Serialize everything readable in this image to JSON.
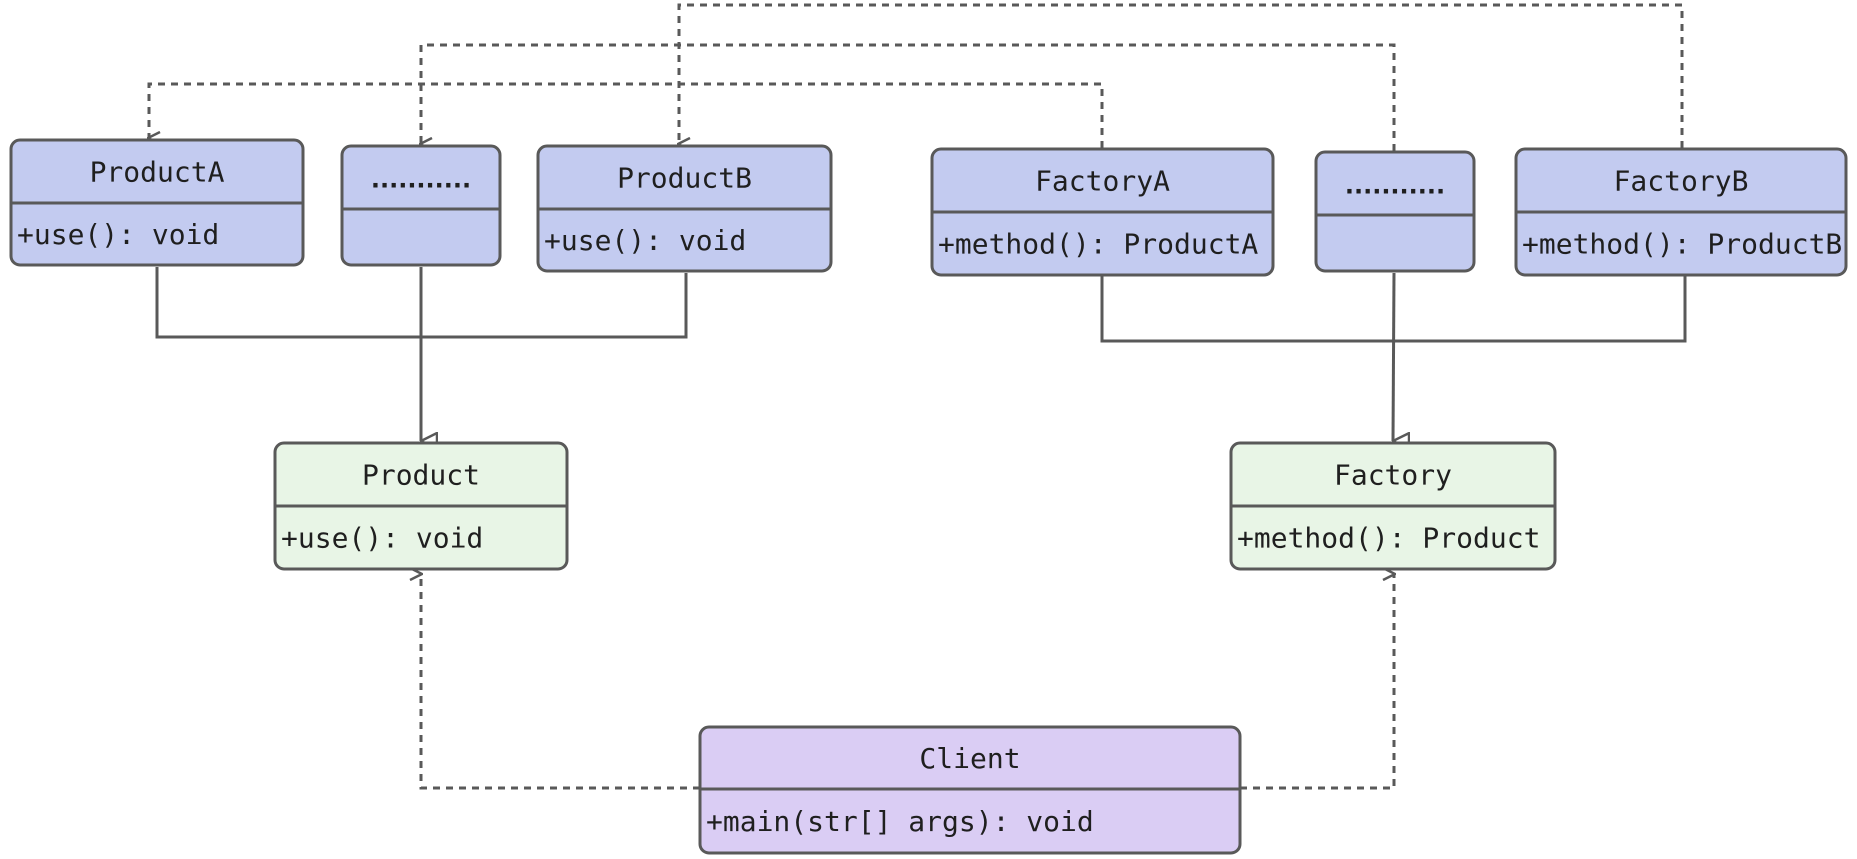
{
  "colors": {
    "concrete_fill": "#c3cbf0",
    "abstract_fill": "#e8f5e6",
    "client_fill": "#dacdf4",
    "stroke": "#595959",
    "text": "#1f1f1f"
  },
  "classes": {
    "product_a": {
      "name": "ProductA",
      "member": "+use(): void"
    },
    "product_ellipsis": {
      "name": "...........",
      "member": ""
    },
    "product_b": {
      "name": "ProductB",
      "member": "+use(): void"
    },
    "factory_a": {
      "name": "FactoryA",
      "member": "+method(): ProductA"
    },
    "factory_ellipsis": {
      "name": "...........",
      "member": ""
    },
    "factory_b": {
      "name": "FactoryB",
      "member": "+method(): ProductB"
    },
    "product": {
      "name": "Product",
      "member": "+use(): void"
    },
    "factory": {
      "name": "Factory",
      "member": "+method(): Product"
    },
    "client": {
      "name": "Client",
      "member": "+main(str[] args): void"
    }
  },
  "relations": [
    {
      "type": "realization",
      "from": "product_a",
      "to": "product"
    },
    {
      "type": "realization",
      "from": "product_ellipsis",
      "to": "product"
    },
    {
      "type": "realization",
      "from": "product_b",
      "to": "product"
    },
    {
      "type": "realization",
      "from": "factory_a",
      "to": "factory"
    },
    {
      "type": "realization",
      "from": "factory_ellipsis",
      "to": "factory"
    },
    {
      "type": "realization",
      "from": "factory_b",
      "to": "factory"
    },
    {
      "type": "dependency",
      "from": "factory_a",
      "to": "product_a"
    },
    {
      "type": "dependency",
      "from": "factory_ellipsis",
      "to": "product_ellipsis"
    },
    {
      "type": "dependency",
      "from": "factory_b",
      "to": "product_b"
    },
    {
      "type": "dependency",
      "from": "client",
      "to": "product"
    },
    {
      "type": "dependency",
      "from": "client",
      "to": "factory"
    }
  ]
}
